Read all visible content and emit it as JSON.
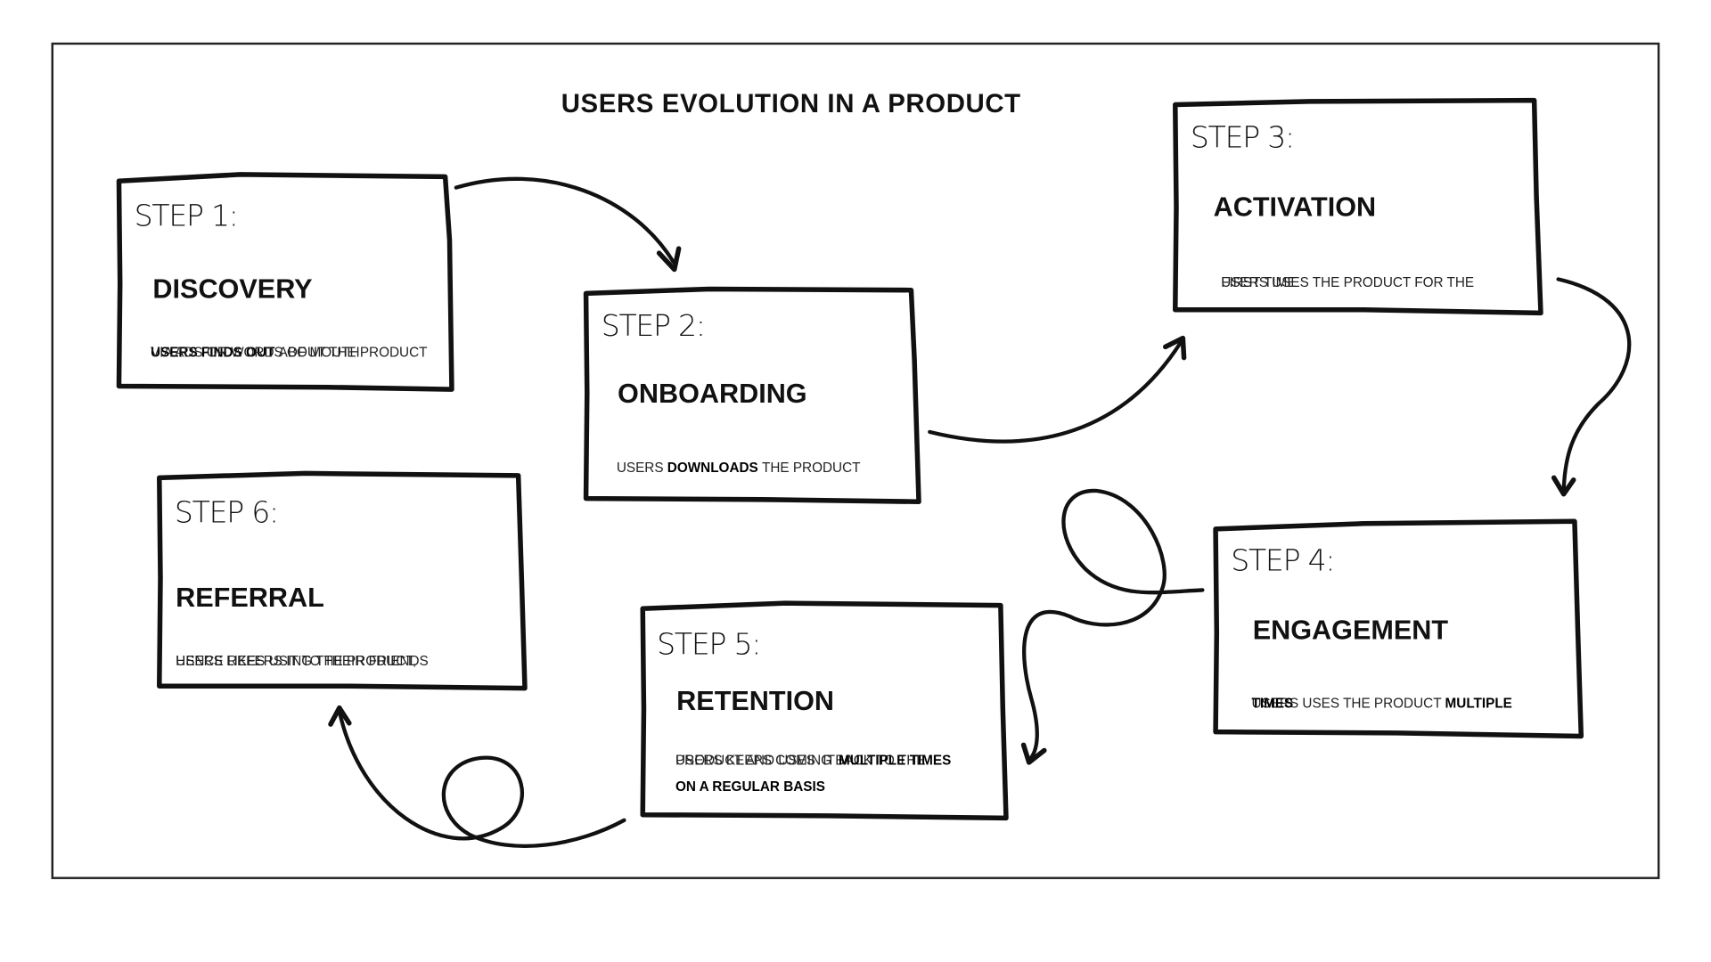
{
  "title": "USERS EVOLUTION IN A PRODUCT",
  "steps": [
    {
      "step": "STEP 1:",
      "title": "DISCOVERY",
      "lines": [
        [
          {
            "text": "USERS FINDS OUT ",
            "bold": true
          },
          {
            "text": "ABOUT THE PRODUCT",
            "bold": false
          }
        ],
        [
          {
            "text": "VIA ADS OR WORDS OF MOUTH",
            "bold": false
          }
        ]
      ]
    },
    {
      "step": "STEP 2:",
      "title": "ONBOARDING",
      "lines": [
        [
          {
            "text": "USERS ",
            "bold": false
          },
          {
            "text": "DOWNLOADS ",
            "bold": true
          },
          {
            "text": "THE PRODUCT",
            "bold": false
          }
        ]
      ]
    },
    {
      "step": "STEP 3:",
      "title": "ACTIVATION",
      "lines": [
        [
          {
            "text": "USERS USES THE PRODUCT FOR THE",
            "bold": false
          }
        ],
        [
          {
            "text": "FIRST TIME",
            "bold": false
          }
        ]
      ]
    },
    {
      "step": "STEP 4:",
      "title": "ENGAGEMENT",
      "lines": [
        [
          {
            "text": "USERS USES THE PRODUCT ",
            "bold": false
          },
          {
            "text": "MULTIPLE",
            "bold": true
          }
        ],
        [
          {
            "text": "TIMES",
            "bold": true
          }
        ]
      ]
    },
    {
      "step": "STEP 5:",
      "title": "RETENTION",
      "lines": [
        [
          {
            "text": "USERS KEEPS COMING BACK TO THE",
            "bold": false
          }
        ],
        [
          {
            "text": "PRODUCT AND USES  IT ",
            "bold": false
          },
          {
            "text": "MULTIPLE TIMES",
            "bold": true
          }
        ],
        [
          {
            "text": "ON A REGULAR BASIS",
            "bold": true
          }
        ]
      ]
    },
    {
      "step": "STEP 6:",
      "title": "REFERRAL",
      "lines": [
        [
          {
            "text": "USERS LIKES USING THE PRODUCT,",
            "bold": false
          }
        ],
        [
          {
            "text": "HENCE REFERS IT TO THEIR FRIENDS",
            "bold": false
          }
        ]
      ]
    }
  ]
}
